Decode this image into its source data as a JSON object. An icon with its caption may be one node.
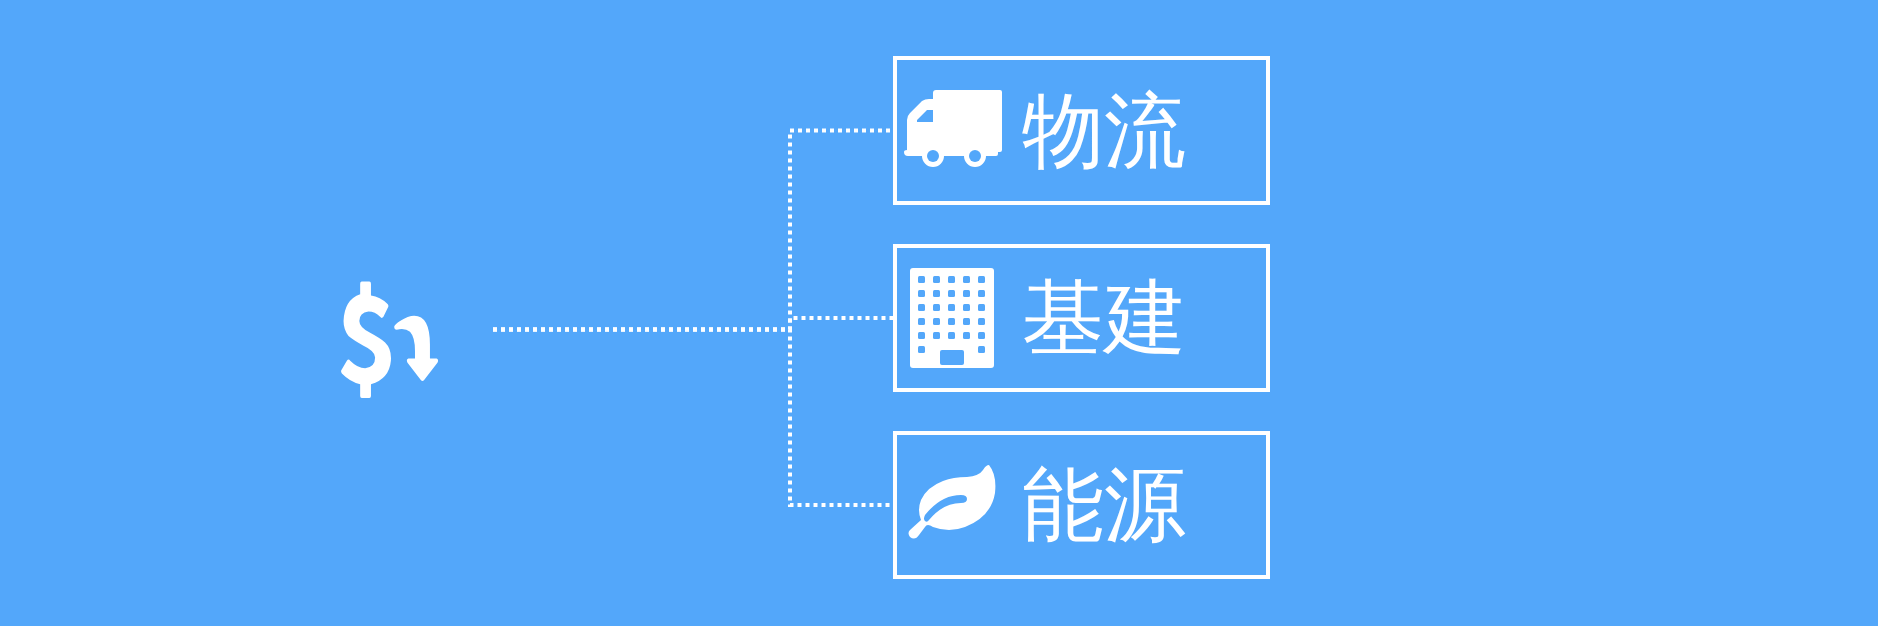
{
  "diagram": {
    "nodes": [
      {
        "text": [],
        "shape": "icon"
      },
      {
        "text": [
          "物流"
        ]
      },
      {
        "text": [
          "基建"
        ]
      },
      {
        "text": [
          "能源"
        ]
      }
    ],
    "edges": [
      {
        "from": 0,
        "to": 1,
        "arrow": "none",
        "style": "dashed"
      },
      {
        "from": 0,
        "to": 2,
        "arrow": "none",
        "style": "dashed"
      },
      {
        "from": 0,
        "to": 3,
        "arrow": "none",
        "style": "dashed"
      }
    ]
  }
}
